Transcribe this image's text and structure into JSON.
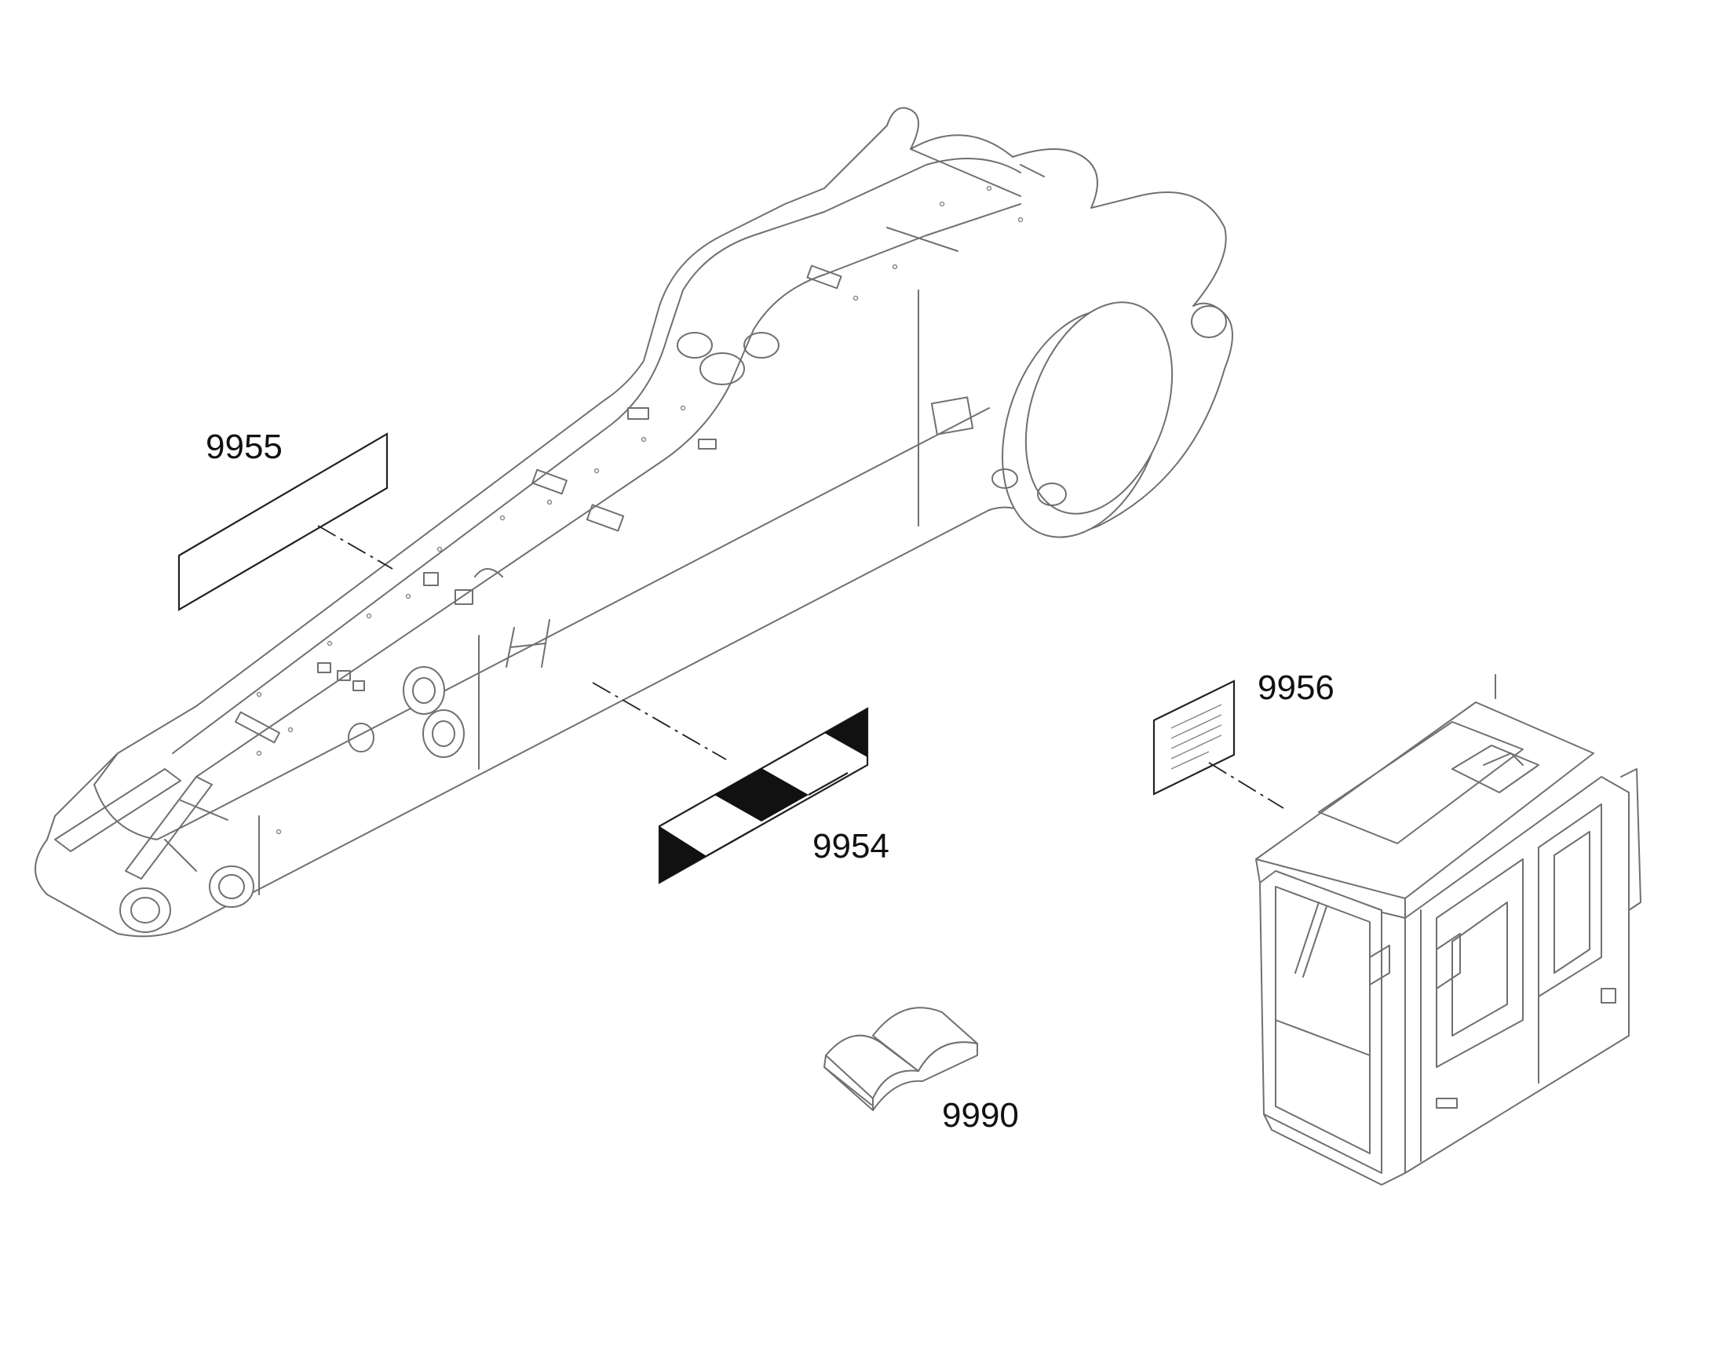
{
  "diagram": {
    "callouts": [
      {
        "id": "9955",
        "label": "9955",
        "part": "decal-strip"
      },
      {
        "id": "9954",
        "label": "9954",
        "part": "hazard-stripe-decal"
      },
      {
        "id": "9956",
        "label": "9956",
        "part": "instruction-plate"
      },
      {
        "id": "9990",
        "label": "9990",
        "part": "manual-book"
      }
    ],
    "colors": {
      "line": "#707070",
      "ink": "#222222",
      "background": "#ffffff"
    }
  }
}
